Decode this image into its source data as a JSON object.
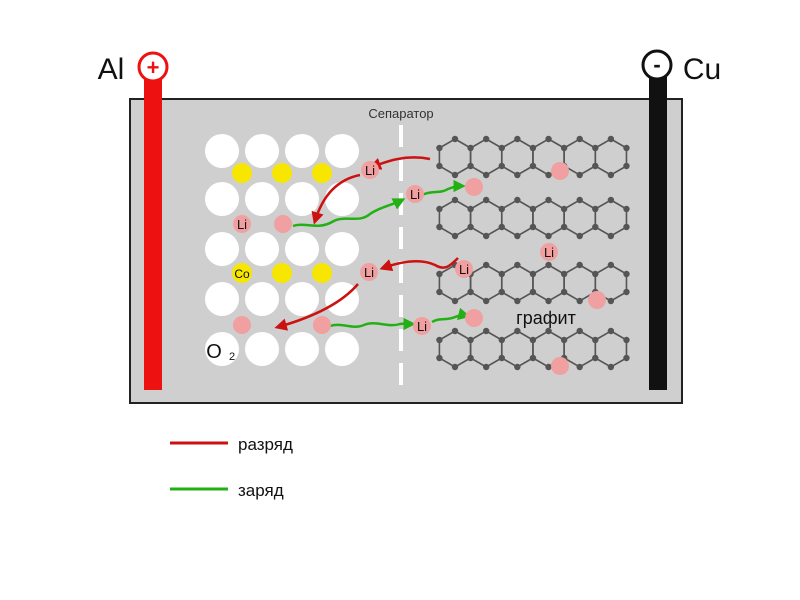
{
  "terminals": {
    "anode_label": "Al",
    "anode_sign": "+",
    "cathode_label": "Cu",
    "cathode_sign": "-"
  },
  "separator": {
    "label": "Сепаратор"
  },
  "graphite": {
    "label": "графит"
  },
  "ions": {
    "label": "Li"
  },
  "cathode_lattice": {
    "cobalt_label": "Co",
    "oxygen_label": "O",
    "oxygen_subscript": "2"
  },
  "legend": {
    "items": [
      {
        "label": "разряд",
        "color": "#cc1111"
      },
      {
        "label": "заряд",
        "color": "#22b014"
      }
    ]
  },
  "colors": {
    "anode_bar": "#ee1111",
    "cathode_bar": "#111111",
    "cell_fill": "#cfcfcf",
    "li_ion": "#f0a0a0",
    "cobalt": "#f7e600",
    "oxygen": "#ffffff",
    "graphite_atom": "#555555"
  }
}
